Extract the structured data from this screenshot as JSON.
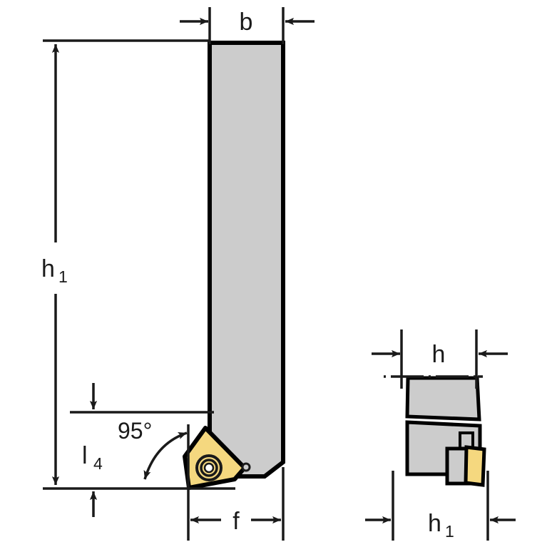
{
  "drawing": {
    "title": "Turning tool holder dimension drawing",
    "views": [
      {
        "name": "front-view",
        "description": "Side elevation of tool holder with trigon insert"
      },
      {
        "name": "end-view",
        "description": "End elevation of tool holder showing shank height"
      }
    ],
    "colors": {
      "body_fill": "#cccccc",
      "insert_fill": "#f5d87f",
      "outline": "#000000",
      "dimension_line": "#1a1a1a",
      "background": "#ffffff"
    }
  },
  "dimensions": {
    "b": {
      "label": "b",
      "subscript": "",
      "description": "Shank width, top of front view"
    },
    "h1_left": {
      "label": "h",
      "subscript": "1",
      "description": "Overall height, left of front view"
    },
    "l4": {
      "label": "l",
      "subscript": "4",
      "description": "Cutting edge height offset"
    },
    "f": {
      "label": "f",
      "subscript": "",
      "description": "Distance from shank side to cutting point"
    },
    "h": {
      "label": "h",
      "subscript": "",
      "description": "Shank height, top of end view"
    },
    "h1_bottom": {
      "label": "h",
      "subscript": "1",
      "description": "Shank height, bottom of end view"
    }
  },
  "annotations": {
    "lead_angle": {
      "value": "95",
      "unit": "°",
      "text": "95°",
      "description": "Lead / approach angle"
    }
  }
}
